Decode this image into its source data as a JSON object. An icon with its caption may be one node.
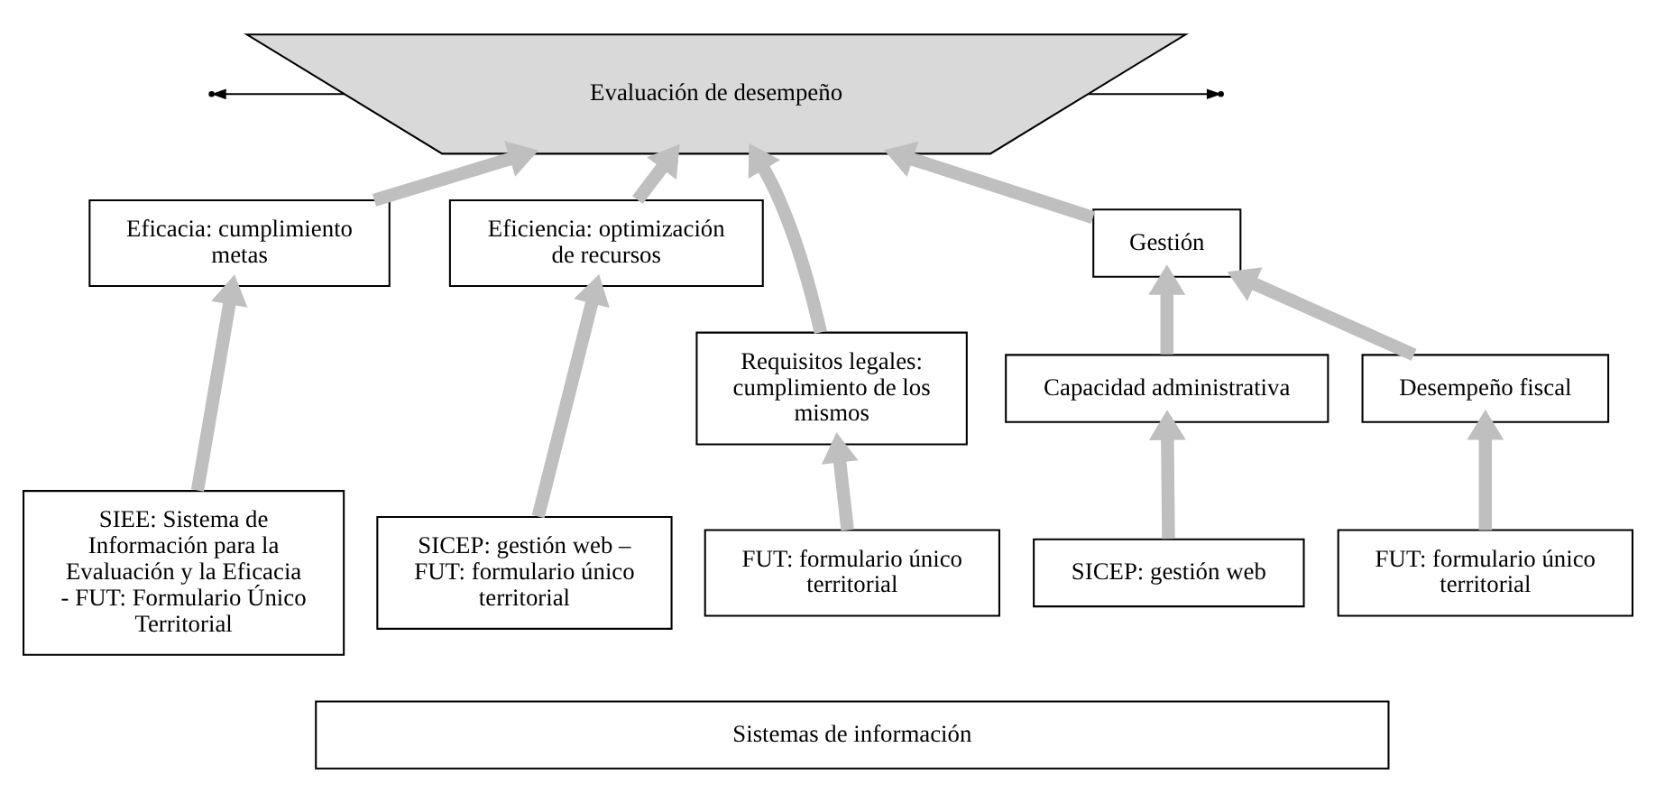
{
  "diagram": {
    "nodes": [
      {
        "text": [
          "Evaluación de desempeño"
        ]
      },
      {
        "text": [
          "Eficacia: cumplimiento metas"
        ]
      },
      {
        "text": [
          "Eficiencia: optimización de recursos"
        ]
      },
      {
        "text": [
          "Requisitos legales: cumplimiento de los mismos"
        ]
      },
      {
        "text": [
          "Gestión"
        ]
      },
      {
        "text": [
          "Capacidad administrativa"
        ]
      },
      {
        "text": [
          "Desempeño fiscal"
        ]
      },
      {
        "text": [
          "SIEE: Sistema de Información para la Evaluación y la Eficacia - FUT: Formulario Único Territorial"
        ]
      },
      {
        "text": [
          "SICEP: gestión web – FUT: formulario único territorial"
        ]
      },
      {
        "text": [
          "FUT: formulario único territorial"
        ]
      },
      {
        "text": [
          "SICEP: gestión web"
        ]
      },
      {
        "text": [
          "FUT: formulario único territorial"
        ]
      },
      {
        "text": [
          "Sistemas de información"
        ]
      }
    ],
    "edges": [
      {
        "from": 0,
        "to": null,
        "arrow": "to",
        "color": "#000000"
      },
      {
        "from": 0,
        "to": null,
        "arrow": "to",
        "color": "#000000"
      },
      {
        "from": 1,
        "to": 0,
        "arrow": "to"
      },
      {
        "from": 2,
        "to": 0,
        "arrow": "to"
      },
      {
        "from": 3,
        "to": 0,
        "arrow": "to"
      },
      {
        "from": 4,
        "to": 0,
        "arrow": "to"
      },
      {
        "from": 7,
        "to": 1,
        "arrow": "to"
      },
      {
        "from": 8,
        "to": 2,
        "arrow": "to"
      },
      {
        "from": 9,
        "to": 3,
        "arrow": "to"
      },
      {
        "from": 5,
        "to": 4,
        "arrow": "to"
      },
      {
        "from": 6,
        "to": 4,
        "arrow": "to"
      },
      {
        "from": 10,
        "to": 5,
        "arrow": "to"
      },
      {
        "from": 11,
        "to": 6,
        "arrow": "to"
      }
    ]
  }
}
